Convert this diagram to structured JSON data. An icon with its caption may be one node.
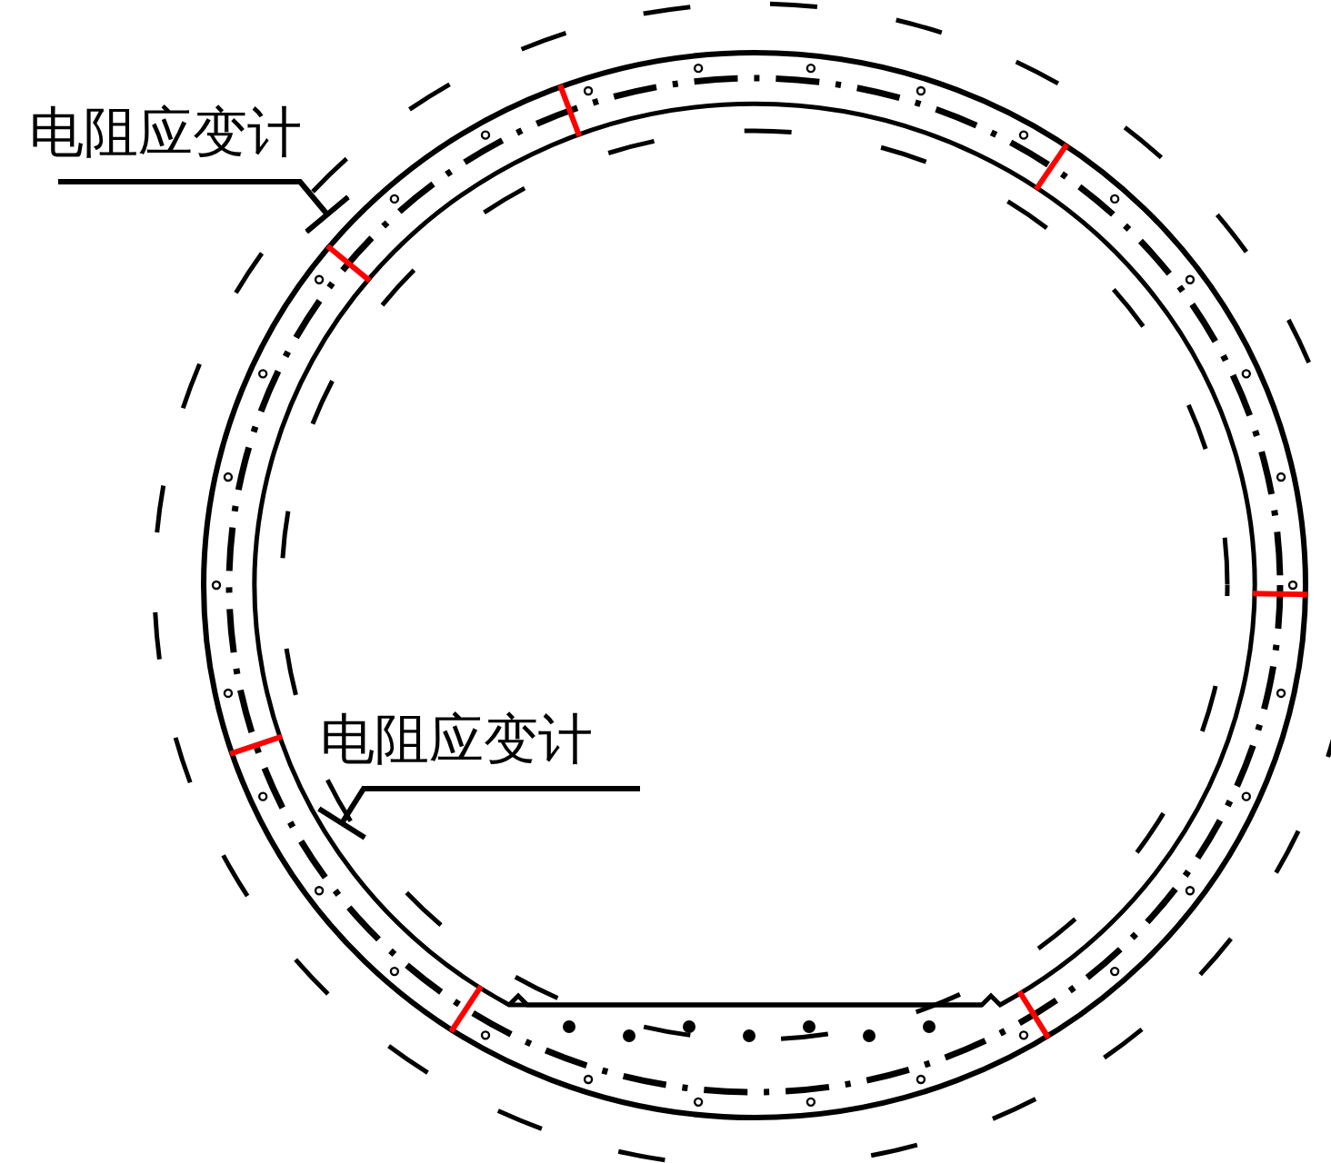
{
  "diagram": {
    "nodes": [
      {
        "text": [
          "电阻应变计"
        ]
      },
      {
        "text": [
          "电阻应变计"
        ]
      }
    ],
    "edges": [
      {
        "from": 0,
        "to": null,
        "arrow": "other"
      },
      {
        "from": 1,
        "to": null,
        "arrow": "other"
      }
    ]
  }
}
